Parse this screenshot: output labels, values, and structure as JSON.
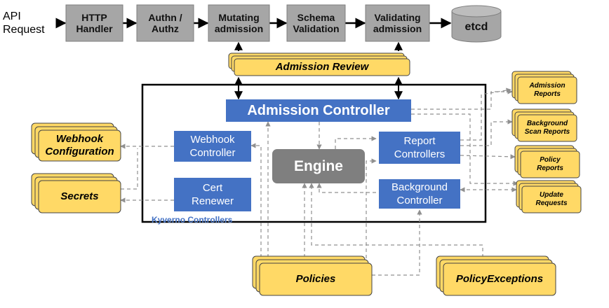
{
  "api_request": "API\nRequest",
  "pipeline": {
    "http_handler": "HTTP\nHandler",
    "authn_authz": "Authn /\nAuthz",
    "mutating_admission": "Mutating\nadmission",
    "schema_validation": "Schema\nValidation",
    "validating_admission": "Validating\nadmission",
    "etcd": "etcd"
  },
  "admission_review": "Admission Review",
  "kyverno": {
    "admission_controller": "Admission Controller",
    "webhook_controller": "Webhook\nController",
    "cert_renewer": "Cert\nRenewer",
    "engine": "Engine",
    "report_controllers": "Report\nControllers",
    "background_controller": "Background\nController",
    "group_label": "Kyverno Controllers"
  },
  "resources": {
    "webhook_configuration": "Webhook\nConfiguration",
    "secrets": "Secrets",
    "policies": "Policies",
    "policy_exceptions": "PolicyExceptions",
    "admission_reports": "Admission\nReports",
    "background_scan_reports": "Background\nScan Reports",
    "policy_reports": "Policy\nReports",
    "update_requests": "Update\nRequests"
  },
  "colors": {
    "gray_box": "#a6a6a6",
    "gray_border": "#7f7f7f",
    "blue_box": "#4472c4",
    "engine_box": "#7f7f7f",
    "yellow_fill": "#ffd966",
    "yellow_border": "#444444",
    "group_label": "#4472c4",
    "dashed_line": "#909090"
  }
}
